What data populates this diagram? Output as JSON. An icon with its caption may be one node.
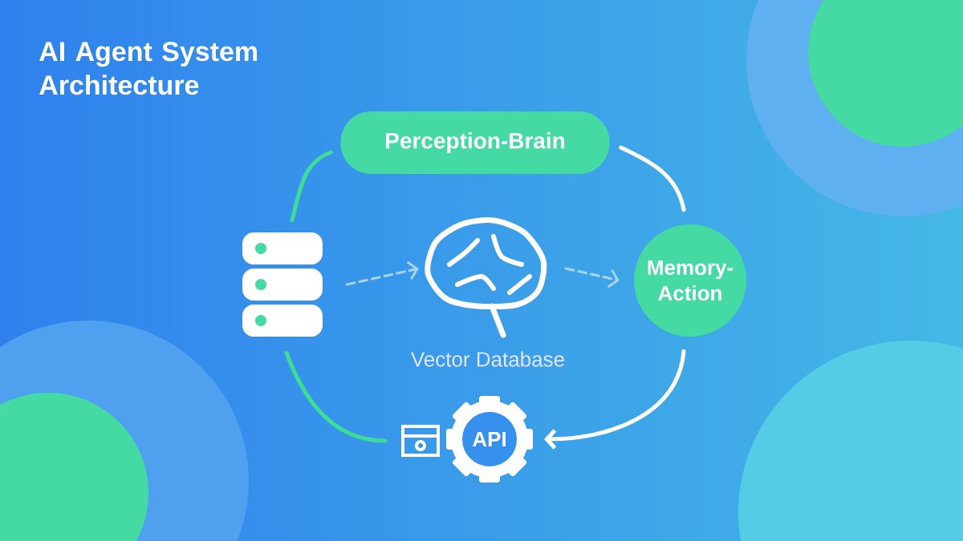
{
  "diagram": {
    "title": "AI Agent System Architecture",
    "nodes": [
      {
        "text": [
          "Perception-Brain"
        ]
      },
      {
        "text": [],
        "shape": "cylinder"
      },
      {
        "text": [],
        "shape": "picture",
        "beside": [
          "Vector Database"
        ]
      },
      {
        "text": [
          "Memory-Action"
        ]
      },
      {
        "text": [],
        "shape": "box"
      },
      {
        "text": [
          "API"
        ]
      }
    ],
    "edges": [
      {
        "from": 1,
        "to": 0,
        "arrow": "none",
        "color": "#3ddc97"
      },
      {
        "from": 0,
        "to": 3,
        "arrow": "none",
        "color": "#ffffff"
      },
      {
        "from": 1,
        "to": 2,
        "arrow": "to",
        "style": "dashed",
        "color": "#a8d4ff"
      },
      {
        "from": 2,
        "to": 3,
        "arrow": "to",
        "style": "dashed",
        "color": "#a8d4ff"
      },
      {
        "from": 3,
        "to": 5,
        "arrow": "to",
        "color": "#ffffff"
      },
      {
        "from": 1,
        "to": 4,
        "arrow": "none",
        "color": "#3ddc97"
      }
    ]
  }
}
